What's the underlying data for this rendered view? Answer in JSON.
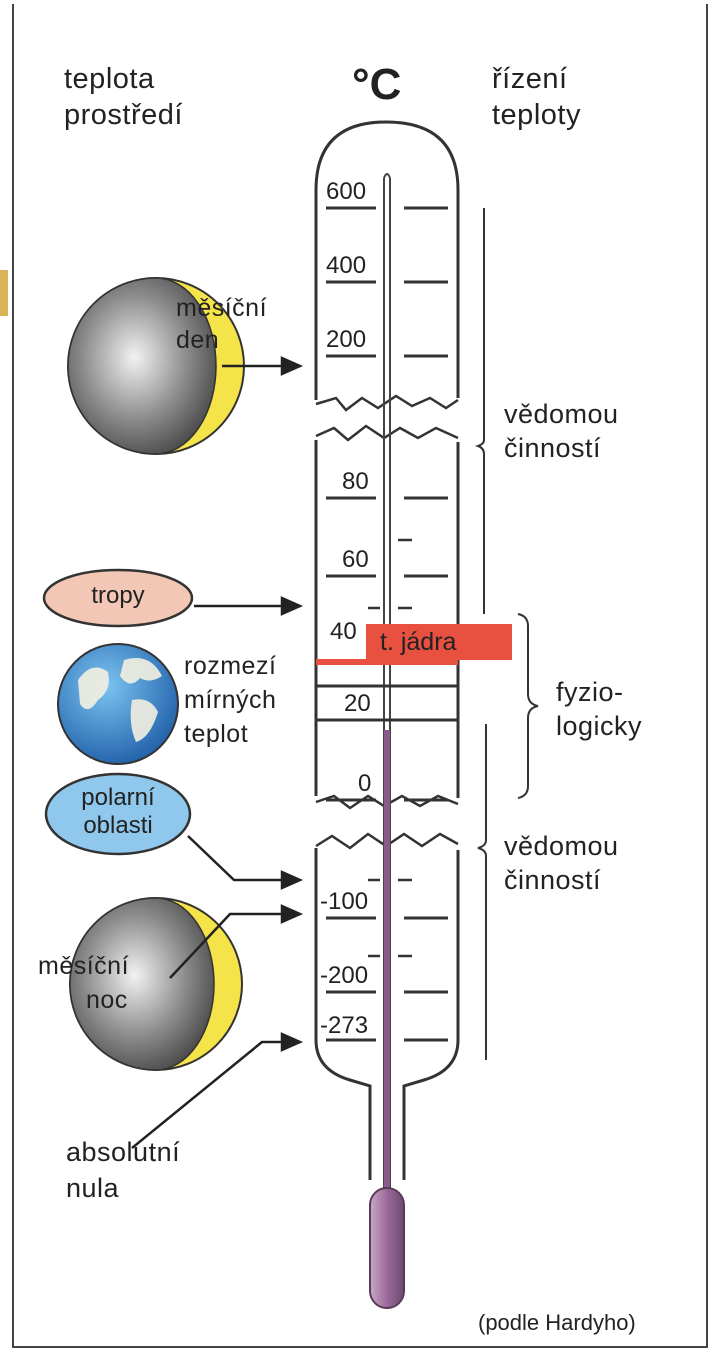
{
  "header": {
    "left_line1": "teplota",
    "left_line2": "prostředí",
    "unit": "°C",
    "right_line1": "řízení",
    "right_line2": "teploty"
  },
  "scale": {
    "ticks_upper": [
      "600",
      "400",
      "200"
    ],
    "ticks_lower": [
      "80",
      "60",
      "40",
      "20",
      "0"
    ],
    "ticks_bottom": [
      "-100",
      "-200",
      "-273"
    ]
  },
  "core_label": "t. jádra",
  "environments": {
    "moon_day": {
      "line1": "měsíční",
      "line2": "den"
    },
    "tropics": "tropy",
    "temperate": {
      "line1": "rozmezí",
      "line2": "mírných",
      "line3": "teplot"
    },
    "polar": {
      "line1": "polarní",
      "line2": "oblasti"
    },
    "moon_night": {
      "line1": "měsíční",
      "line2": "noc"
    },
    "absolute_zero": {
      "line1": "absolutní",
      "line2": "nula"
    }
  },
  "control": {
    "conscious_upper": {
      "line1": "vědomou",
      "line2": "činností"
    },
    "physiological": {
      "line1": "fyzio-",
      "line2": "logicky"
    },
    "conscious_lower": {
      "line1": "vědomou",
      "line2": "činností"
    }
  },
  "credit": "(podle Hardyho)",
  "colors": {
    "moon_yellow": "#f5e34a",
    "moon_shadow": "#7a7a7a",
    "tropics_fill": "#f2c7b5",
    "earth_blue": "#3a8fd8",
    "earth_land": "#f3f0e0",
    "polar_fill": "#8fc8ec",
    "core_red": "#e8503f",
    "bulb_purple": "#9a6a9a"
  }
}
